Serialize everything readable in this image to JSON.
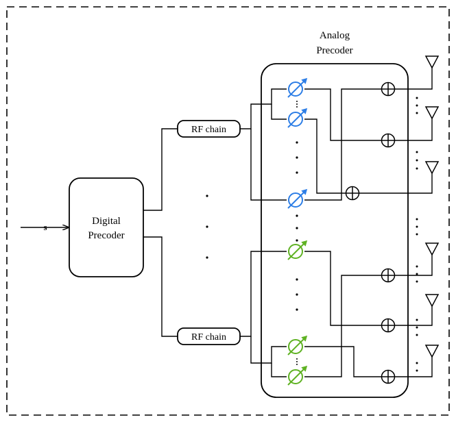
{
  "diagram": {
    "input_label": "s",
    "digital_precoder": {
      "line1": "Digital",
      "line2": "Precoder"
    },
    "rf_chain_label": "RF chain",
    "analog_precoder": {
      "line1": "Analog",
      "line2": "Precoder"
    },
    "colors": {
      "stroke": "#000000",
      "phase_shifter_group_1": "#2d7ee6",
      "phase_shifter_group_2": "#5fb223"
    },
    "icons": {
      "phase_shifter": "phase-shifter-icon",
      "adder": "adder-icon",
      "antenna": "antenna-icon"
    }
  }
}
